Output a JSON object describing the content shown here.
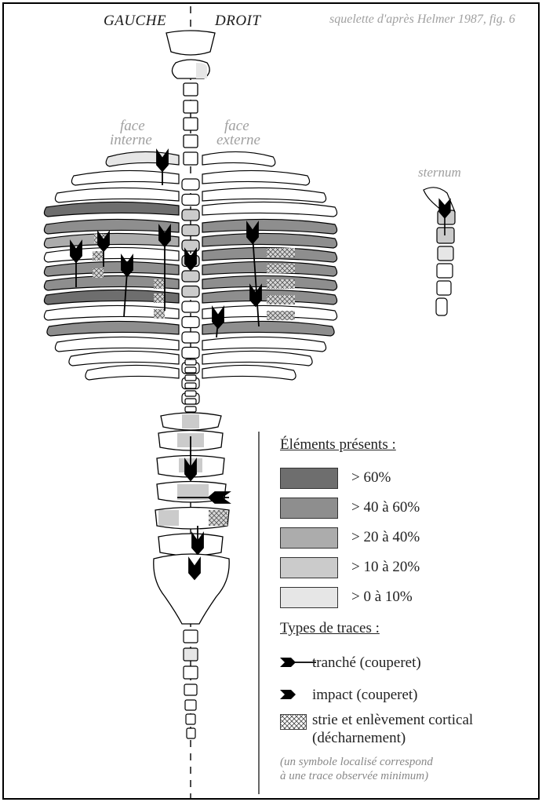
{
  "header": {
    "left": "GAUCHE",
    "right": "DROIT",
    "source": "squelette d'après Helmer 1987, fig. 6"
  },
  "labels": {
    "face_interne_1": "face",
    "face_interne_2": "interne",
    "face_externe_1": "face",
    "face_externe_2": "externe",
    "sternum": "sternum"
  },
  "legend": {
    "elements_title": "Éléments présents :",
    "classes": [
      {
        "label": "> 60%",
        "color": "#6e6e6e"
      },
      {
        "label": "> 40 à 60%",
        "color": "#8e8e8e"
      },
      {
        "label": "> 20 à 40%",
        "color": "#acacac"
      },
      {
        "label": "> 10 à 20%",
        "color": "#cbcbcb"
      },
      {
        "label": "> 0 à 10%",
        "color": "#e6e6e6"
      }
    ],
    "traces_title": "Types de traces :",
    "traces": [
      {
        "label": "tranché (couperet)",
        "icon": "tranche-icon"
      },
      {
        "label": "impact (couperet)",
        "icon": "impact-icon"
      },
      {
        "label": "strie et enlèvement cortical",
        "label2": "(décharnement)",
        "icon": "strie-hatch-icon"
      }
    ],
    "note_1": "(un symbole localisé correspond",
    "note_2": "à une trace observée minimum)"
  }
}
